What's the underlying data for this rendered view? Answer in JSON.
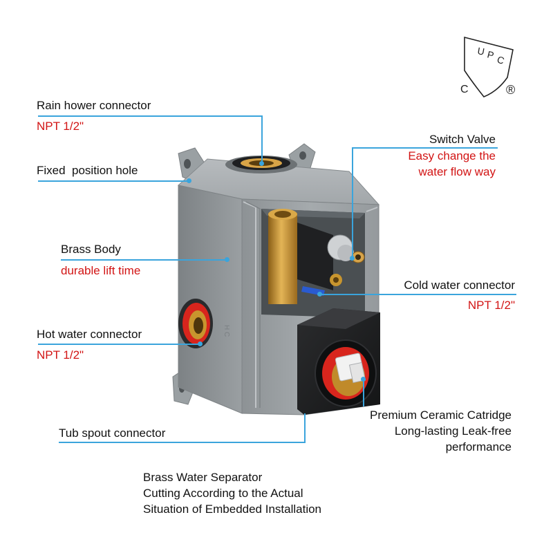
{
  "certification": {
    "mark": "UPC",
    "letters": [
      "U",
      "P",
      "C"
    ],
    "c_mark": "C",
    "registered": "®"
  },
  "callouts": {
    "rain_shower": {
      "title": "Rain hower connector",
      "detail": "NPT 1/2\""
    },
    "fixed_hole": {
      "title": "Fixed  position hole"
    },
    "brass_body": {
      "title": "Brass Body",
      "detail": "durable lift time"
    },
    "hot_water": {
      "title": "Hot water connector",
      "detail": "NPT 1/2\""
    },
    "tub_spout": {
      "title": "Tub spout connector"
    },
    "switch_valve": {
      "title": "Switch Valve",
      "detail_line1": "Easy change the",
      "detail_line2": "water flow way"
    },
    "cold_water": {
      "title": "Cold water connector",
      "detail": "NPT 1/2\""
    },
    "cartridge": {
      "line1": "Premium Ceramic Catridge",
      "line2": "Long-lasting Leak-free",
      "line3": "performance"
    }
  },
  "separator_note": {
    "line1": "Brass Water Separator",
    "line2": "Cutting According to the Actual",
    "line3": "Situation of Embedded Installation"
  },
  "colors": {
    "leader_line": "#3aa4dc",
    "detail_text": "#d21414",
    "body_grey": "#9ea3a6",
    "brass": "#c8952e",
    "red_seal": "#d8251d",
    "black_block": "#1c1d1f"
  }
}
